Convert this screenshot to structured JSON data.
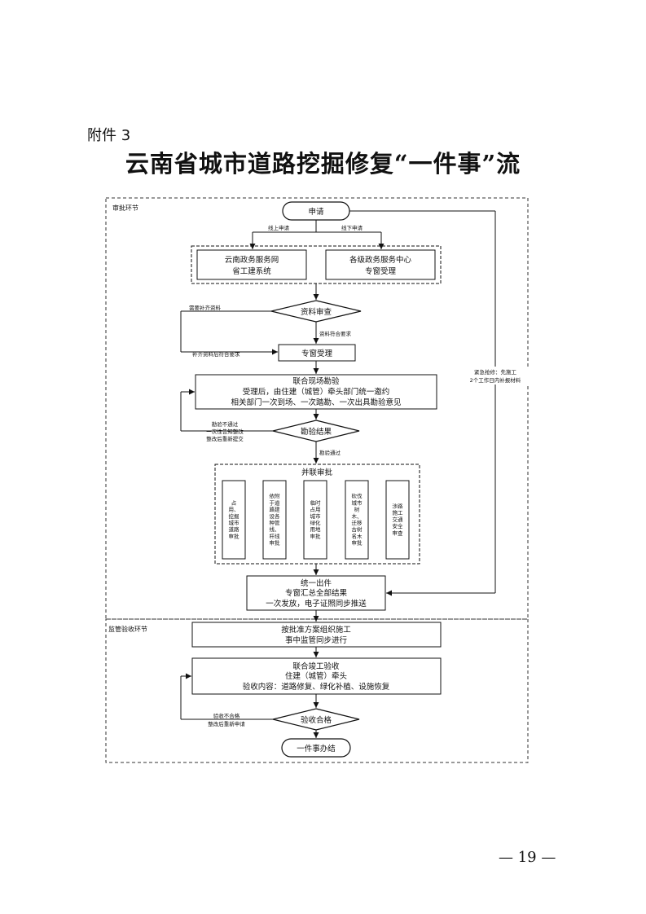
{
  "attachment_label": "附件 3",
  "title": "云南省城市道路挖掘修复“一件事”流",
  "page_number": "— 19 —",
  "sections": {
    "approval": "审批环节",
    "supervision": "监管验收环节"
  },
  "nodes": {
    "apply": "申请",
    "online_label": "线上申请",
    "offline_label": "线下申请",
    "online_system": [
      "云南政务服务网",
      "省工建系统"
    ],
    "offline_center": [
      "各级政务服务中心",
      "专窗受理"
    ],
    "doc_review": "资料审查",
    "need_docs": "需要补齐资料",
    "docs_ok": "资料符合要求",
    "docs_resubmitted": "补齐资料后符合要求",
    "window_accept": "专窗受理",
    "site_survey": [
      "联合现场勘验",
      "受理后，由住建（城管）牵头部门统一邀约",
      "相关部门一次到场、一次踏勘、一次出具勘验意见"
    ],
    "survey_result": "勘验结果",
    "survey_fail": [
      "勘验不通过",
      "一次性告知整改",
      "整改后重新提交"
    ],
    "survey_pass": "勘验通过",
    "emergency": [
      "紧急抢修：先施工",
      "2个工作日内补报材料"
    ],
    "parallel": "并联审批",
    "parallel_items": [
      [
        "占",
        "用、",
        "挖掘",
        "城市",
        "道路",
        "审批"
      ],
      [
        "依附",
        "于道",
        "路建",
        "设各",
        "种管",
        "线、",
        "杆线",
        "审批"
      ],
      [
        "临时",
        "占用",
        "城市",
        "绿化",
        "用地",
        "审批"
      ],
      [
        "砍伐",
        "城市",
        "树",
        "木、",
        "迁移",
        "古树",
        "名木",
        "审批"
      ],
      [
        "涉路",
        "施工",
        "交通",
        "安全",
        "审查"
      ]
    ],
    "unified_output": [
      "统一出件",
      "专窗汇总全部结果",
      "一次发放，电子证照同步推送"
    ],
    "construction": [
      "按批准方案组织施工",
      "事中监管同步进行"
    ],
    "joint_acceptance": [
      "联合竣工验收",
      "住建（城管）牵头",
      "验收内容：道路修复、绿化补植、设施恢复"
    ],
    "acceptance_check": "验收合格",
    "acceptance_fail": [
      "验收不合格",
      "整改后重新申请"
    ],
    "done": "一件事办结"
  }
}
